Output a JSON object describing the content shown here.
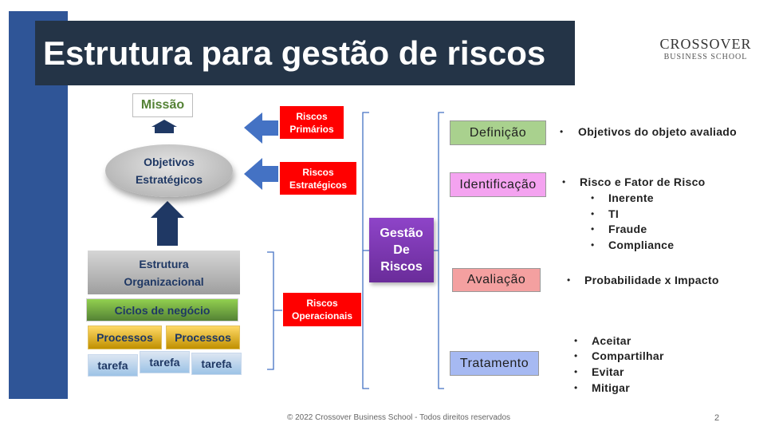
{
  "slide": {
    "title": "Estrutura para gestão de riscos",
    "footer": "© 2022 Crossover Business School - Todos direitos reservados",
    "page_number": "2"
  },
  "logo": {
    "line1": "CROSSOVER",
    "line2": "BUSINESS SCHOOL"
  },
  "pyramid": {
    "missao": "Missão",
    "objetivos": [
      "Objetivos",
      "Estratégicos"
    ],
    "estrutura": [
      "Estrutura",
      "Organizacional"
    ],
    "ciclos": "Ciclos de negócio",
    "processos": [
      "Processos",
      "Processos"
    ],
    "tarefas": [
      "tarefa",
      "tarefa",
      "tarefa"
    ]
  },
  "risks": {
    "primarios": [
      "Riscos",
      "Primários"
    ],
    "estrategicos": [
      "Riscos",
      "Estratégicos"
    ],
    "operacionais": [
      "Riscos",
      "Operacionais"
    ]
  },
  "gestao": [
    "Gestão",
    "De",
    "Riscos"
  ],
  "categories": {
    "definicao": "Definição",
    "identificacao": "Identificação",
    "avaliacao": "Avaliação",
    "tratamento": "Tratamento"
  },
  "details": {
    "definicao": [
      "Objetivos do objeto avaliado"
    ],
    "identificacao": "Risco e Fator de Risco",
    "identificacao_sub": [
      "Inerente",
      "TI",
      "Fraude",
      "Compliance"
    ],
    "avaliacao": [
      "Probabilidade x Impacto"
    ],
    "tratamento": [
      "Aceitar",
      "Compartilhar",
      "Evitar",
      "Mitigar"
    ]
  },
  "colors": {
    "title_bg": "#243447",
    "left_bar": "#2f5597",
    "risk_red": "#ff0000",
    "gestao_purple": "#7030a0",
    "arrow_blue": "#4472c4",
    "arrow_dark": "#1f3864"
  }
}
